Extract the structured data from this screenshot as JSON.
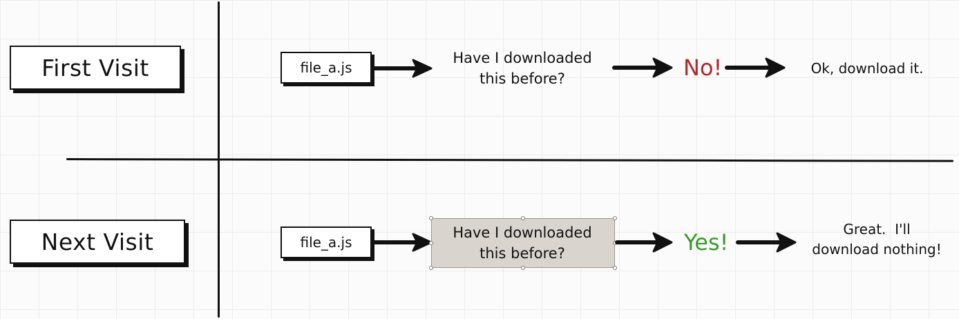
{
  "rows": {
    "first": {
      "label": "First Visit",
      "file": "file_a.js",
      "question_line1": "Have I downloaded",
      "question_line2": "this before?",
      "answer": "No!",
      "result_line1": "Ok, download it."
    },
    "next": {
      "label": "Next Visit",
      "file": "file_a.js",
      "question_line1": "Have I downloaded",
      "question_line2": "this before?",
      "answer": "Yes!",
      "result_line1": "Great.  I'll",
      "result_line2": "download nothing!"
    }
  },
  "colors": {
    "answer_no": "#b3262a",
    "answer_yes": "#3a9a2a",
    "selected_box": "#d9d4ce",
    "ink": "#111111"
  }
}
